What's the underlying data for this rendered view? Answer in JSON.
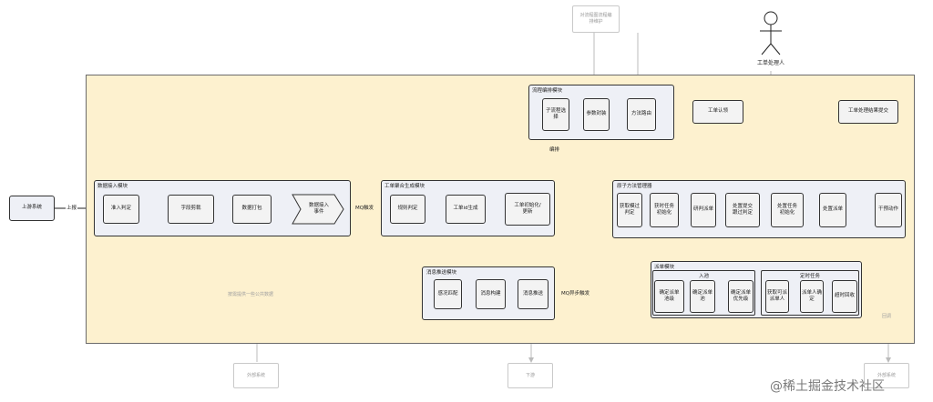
{
  "actor": {
    "label": "工单处理人"
  },
  "upstream": {
    "label": "上游系统"
  },
  "edges": {
    "report": "上报",
    "mq_trigger": "MQ触发",
    "mq_async_trigger": "MQ异步触发",
    "orchestrate": "编排",
    "ghost_left": "按需提供一些公共数据",
    "ghost_right": "回调"
  },
  "ghost_nodes": {
    "top": "对流程图流程编\n排维护",
    "bottom_left": "外部系统",
    "bottom_mid": "下游",
    "bottom_right": "外部系统"
  },
  "modules": {
    "ingest": {
      "title": "数据接入模块",
      "nodes": [
        "准入判定",
        "字段剪裁",
        "数据打包",
        "数据接入\n事件"
      ]
    },
    "aggregate": {
      "title": "工单聚合生成模块",
      "nodes": [
        "规则判定",
        "工单id生成",
        "工单初始化/\n更新"
      ]
    },
    "flow": {
      "title": "流程编排模块",
      "nodes": [
        "子流程选\n择",
        "参数封装",
        "方法路由"
      ]
    },
    "atomic": {
      "title": "原子方法管理器",
      "nodes": [
        "获取模过\n判定",
        "获时任务\n初始化",
        "研判派单",
        "处置提交\n跟过判定",
        "处置任务\n初始化",
        "处置派单",
        "干预动作"
      ]
    },
    "dispatch": {
      "title": "派单模块",
      "pool": {
        "title": "入池",
        "nodes": [
          "确定派单\n池级",
          "确定派单\n池",
          "确定派单\n优先级"
        ]
      },
      "timer": {
        "title": "定时任务",
        "nodes": [
          "获取可派\n派单人",
          "派单人确\n定",
          "超时回收"
        ]
      }
    },
    "push": {
      "title": "消息推送模块",
      "nodes": [
        "感况匹配",
        "消息构建",
        "消息推送"
      ]
    }
  },
  "actions": {
    "claim": "工单认领",
    "submit": "工单处理结果提交"
  },
  "watermark": "@稀土掘金技术社区"
}
